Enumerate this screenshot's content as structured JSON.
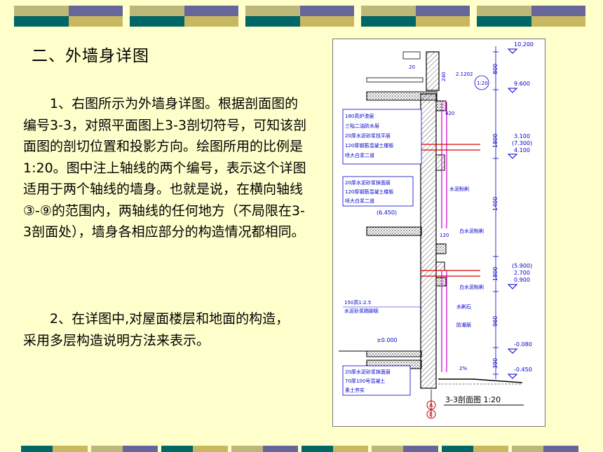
{
  "slide": {
    "title": "二、外墙身详图",
    "para1": "1、右图所示为外墙身详图。根据剖面图的编号3-3，对照平面图上3-3剖切符号，可知该剖面图的剖切位置和投影方向。绘图所用的比例是1:20。图中注上轴线的两个编号，表示这个详图适用于两个轴线的墙身。也就是说，在横向轴线③-⑨的范围内，两轴线的任何地方（不局限在3-3剖面处），墙身各相应部分的构造情况都相同。",
    "para2": "2、在详图中,对屋面楼层和地面的构造，采用多层构造说明方法来表示。"
  },
  "colors": {
    "background": "#ffffcc",
    "band_green": "#006666",
    "band_olive": "#c8b860",
    "band_purple": "#66669a",
    "band_khaki": "#bdb87a",
    "drawing_blue": "#0000cc",
    "drawing_magenta": "#cc00cc",
    "drawing_red": "#dd0000"
  },
  "drawing": {
    "caption": "3-3剖面图 1:20",
    "elevations": [
      "10.200",
      "9.600",
      "3.100",
      "(7.300)",
      "4.100",
      "(5.900)",
      "2.700",
      "0.900",
      "-0.080",
      "-0.450"
    ],
    "elevation_ground": "±0.000",
    "elevation_left": "(6.450)",
    "dims": [
      "800",
      "1800",
      "1400",
      "1800",
      "960",
      "390"
    ],
    "annotations": {
      "roof_notes": [
        "180高炉渣层",
        "三毡二油防水层",
        "20厚水泥砂浆找平层",
        "120厚钢筋混凝土楼板",
        "喷大白浆二道"
      ],
      "floor_notes": [
        "20厚水泥砂浆抹面层",
        "120厚钢筋混凝土楼板",
        "喷大白浆二道"
      ],
      "baseboard": [
        "150高1:2.5",
        "水泥砂浆踢脚板"
      ],
      "ground_notes": [
        "20厚水泥砂浆抹面层",
        "70厚100号混凝土",
        "素土夯实"
      ],
      "right_labels": [
        "白水泥粉刷",
        "白水泥粉刷",
        "水刷石",
        "防潮层",
        "水泥粉刷"
      ],
      "small": [
        "20",
        "420",
        "120",
        "2%",
        "240",
        "2.1202",
        "1:20"
      ],
      "axis": [
        "A",
        "E"
      ]
    }
  }
}
